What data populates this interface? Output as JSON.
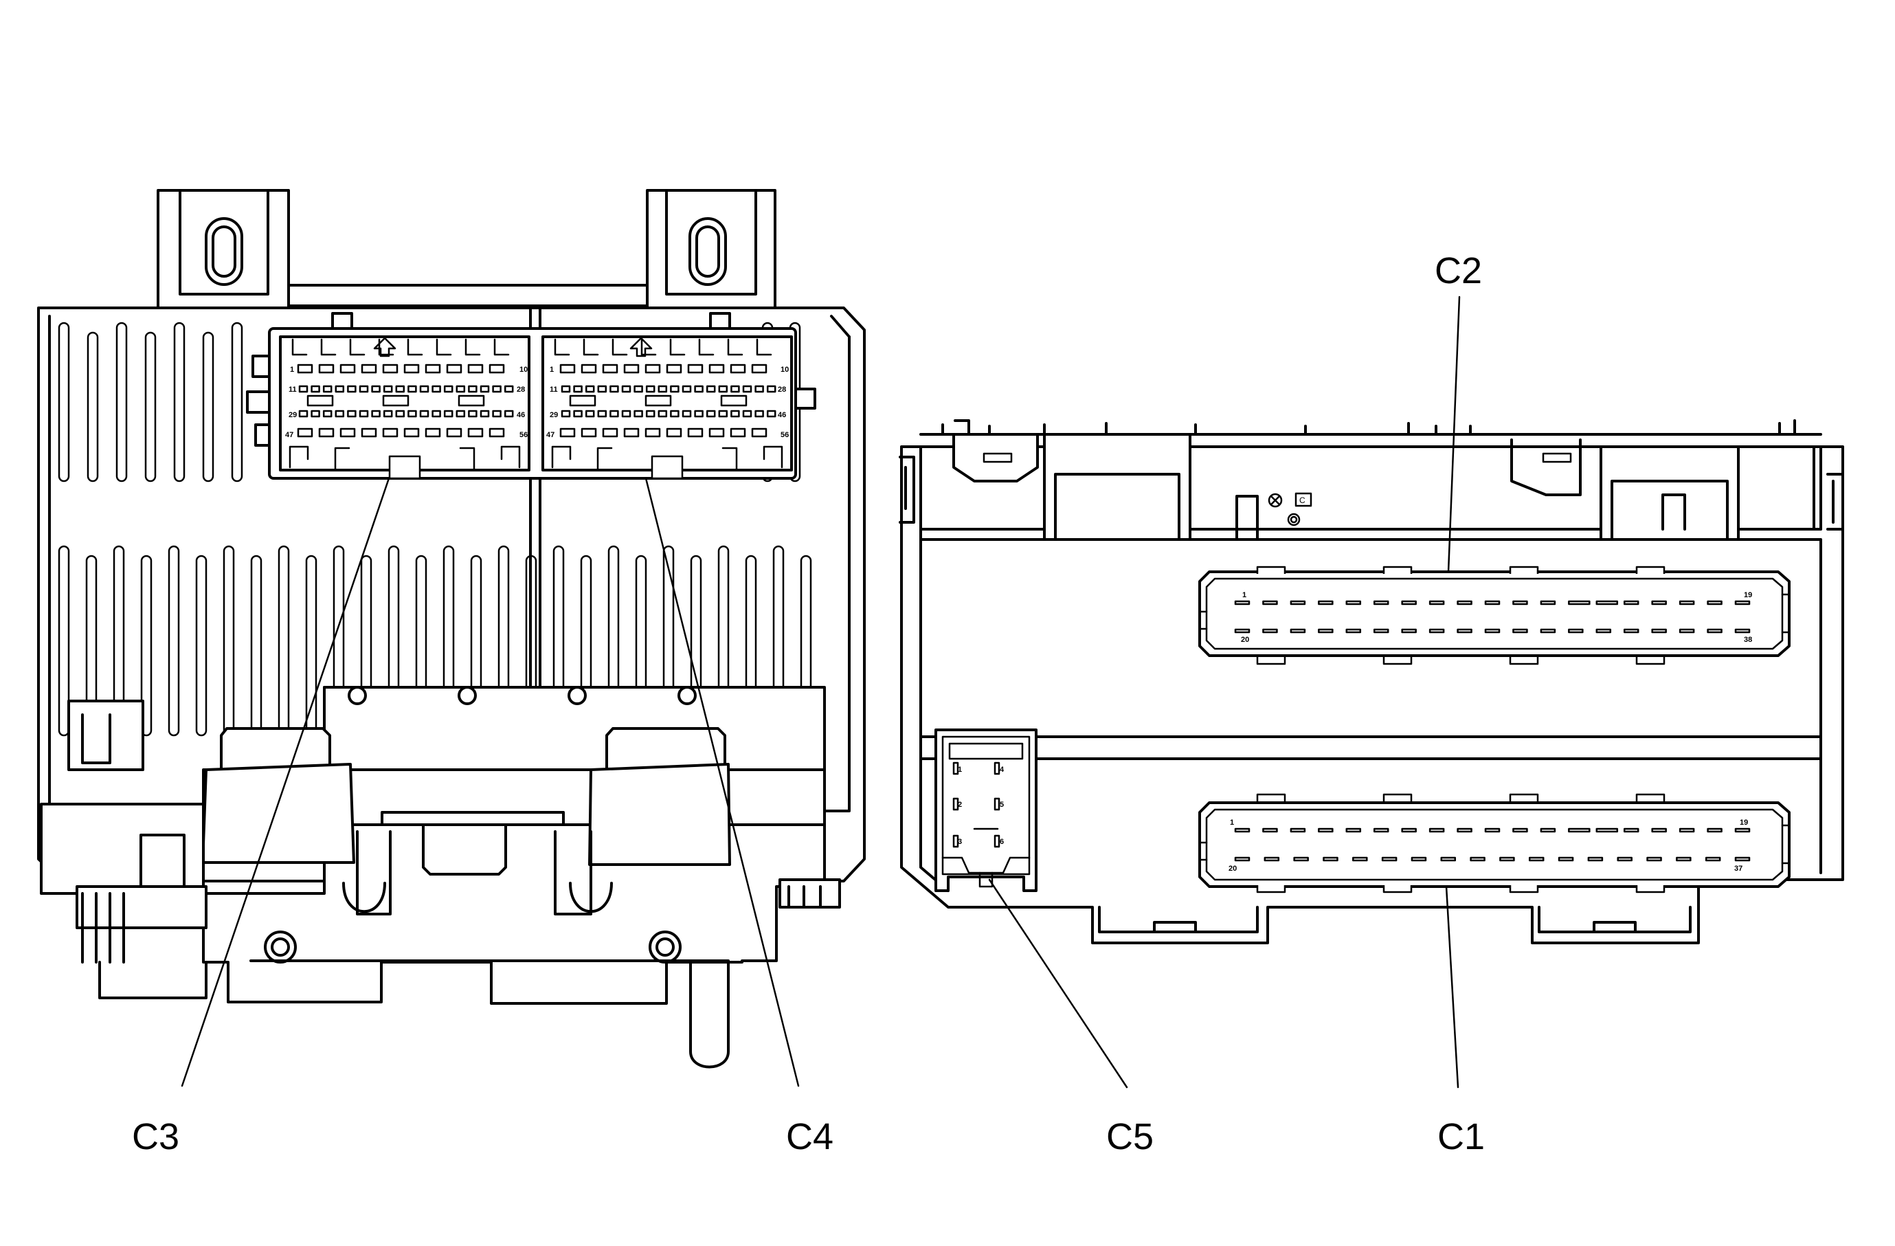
{
  "callouts": {
    "c3": "C3",
    "c4": "C4",
    "c5": "C5",
    "c1": "C1",
    "c2": "C2"
  },
  "left_module": {
    "connector_c3": {
      "row1_first": "1",
      "row1_last": "10",
      "row2_first": "11",
      "row2_last": "28",
      "row3_first": "29",
      "row3_last": "46",
      "row4_first": "47",
      "row4_last": "56"
    },
    "connector_c4": {
      "row1_first": "1",
      "row1_last": "10",
      "row2_first": "11",
      "row2_last": "28",
      "row3_first": "29",
      "row3_last": "46",
      "row4_first": "47",
      "row4_last": "56"
    }
  },
  "right_module": {
    "connector_c2": {
      "top_first": "1",
      "top_last": "19",
      "bottom_first": "20",
      "bottom_last": "38"
    },
    "connector_c1": {
      "top_first": "1",
      "top_last": "19",
      "bottom_first": "20",
      "bottom_last": "37"
    },
    "connector_c5": {
      "pins": [
        "1",
        "4",
        "2",
        "5",
        "3",
        "6"
      ]
    },
    "marking_letter": "C"
  },
  "icons": {
    "left_module_key_arrow": "up-arrow-icon",
    "right_module_ground_symbol": "cross-circle-icon"
  }
}
